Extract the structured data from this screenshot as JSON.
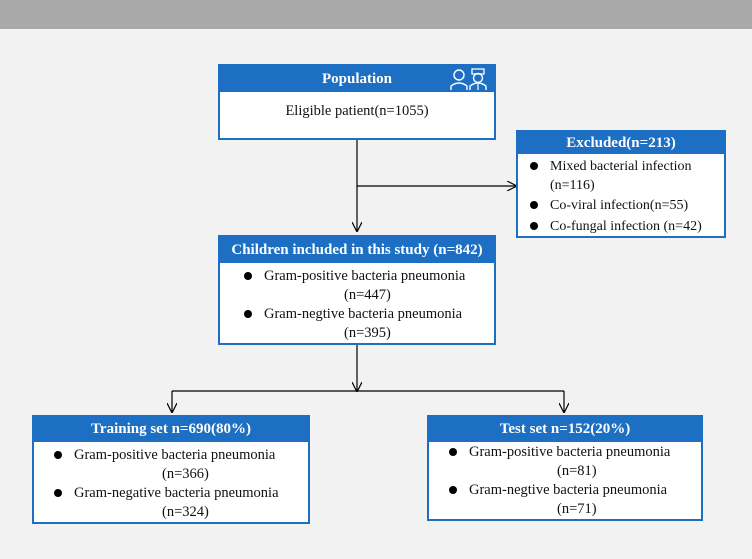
{
  "population": {
    "header": "Population",
    "icon": "doctor-patient-icon",
    "text": "Eligible patient(n=1055)"
  },
  "excluded": {
    "header": "Excluded(n=213)",
    "items": [
      {
        "label": "Mixed bacterial infection",
        "count": "(n=116)"
      },
      {
        "label": "Co-viral infection(n=55)"
      },
      {
        "label": "Co-fungal infection (n=42)"
      }
    ]
  },
  "included": {
    "header": "Children included in this study (n=842)",
    "items": [
      {
        "label": "Gram-positive bacteria pneumonia",
        "count": "(n=447)"
      },
      {
        "label": "Gram-negtive bacteria pneumonia",
        "count": "(n=395)"
      }
    ]
  },
  "training": {
    "header": "Training set n=690(80%)",
    "items": [
      {
        "label": "Gram-positive bacteria pneumonia",
        "count": "(n=366)"
      },
      {
        "label": "Gram-negative bacteria pneumonia",
        "count": "(n=324)"
      }
    ]
  },
  "test": {
    "header": "Test set n=152(20%)",
    "items": [
      {
        "label": "Gram-positive bacteria pneumonia",
        "count": "(n=81)"
      },
      {
        "label": "Gram-negtive bacteria pneumonia",
        "count": "(n=71)"
      }
    ]
  },
  "colors": {
    "header_bg": "#1d6fc3",
    "border": "#1d6fc3",
    "background": "#f2f2f2",
    "topbar": "#a9a9a9"
  }
}
